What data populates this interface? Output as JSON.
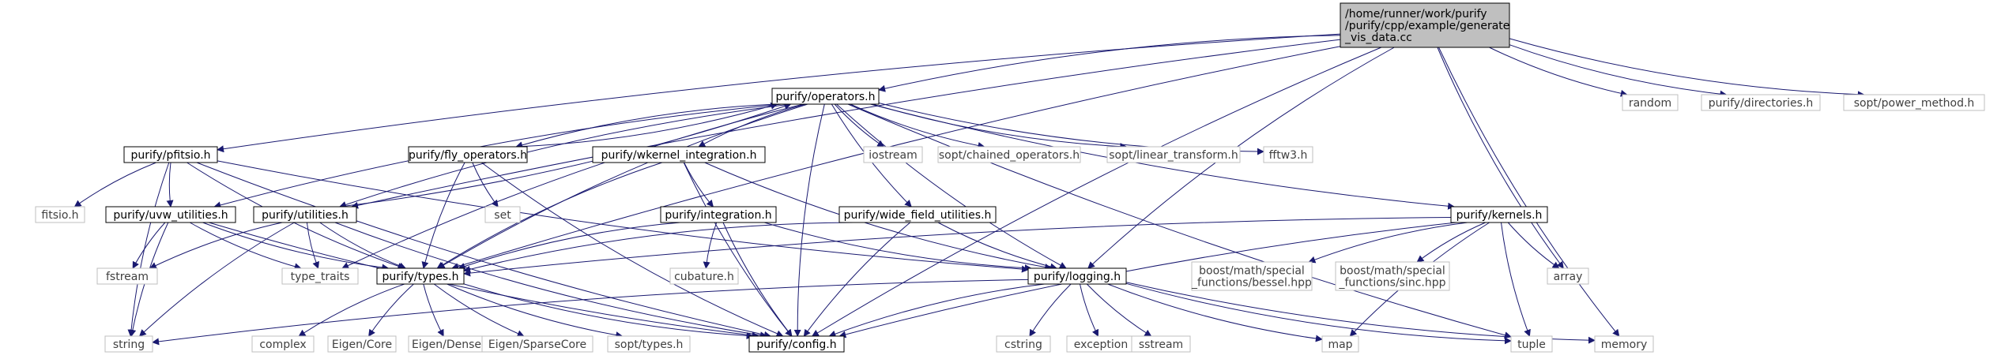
{
  "diagram": {
    "type": "include-dependency-graph",
    "colors": {
      "edge": "#191970",
      "root_fill": "#bfbfbf",
      "root_border": "#000000",
      "documented_border": "#000000",
      "external_border": "#bfbfbf",
      "text_internal": "#000000",
      "text_external": "#404040"
    },
    "nodes": [
      {
        "id": "root",
        "kind": "root",
        "lines": [
          "/home/runner/work/purify",
          "/purify/cpp/example/generate",
          "_vis_data.cc"
        ]
      },
      {
        "id": "operators",
        "kind": "documented",
        "lines": [
          "purify/operators.h"
        ]
      },
      {
        "id": "random",
        "kind": "external",
        "lines": [
          "random"
        ]
      },
      {
        "id": "directories",
        "kind": "external",
        "lines": [
          "purify/directories.h"
        ]
      },
      {
        "id": "power_method",
        "kind": "external",
        "lines": [
          "sopt/power_method.h"
        ]
      },
      {
        "id": "pfitsio",
        "kind": "documented",
        "lines": [
          "purify/pfitsio.h"
        ]
      },
      {
        "id": "fly_operators",
        "kind": "documented",
        "lines": [
          "purify/fly_operators.h"
        ]
      },
      {
        "id": "wkernel_integration",
        "kind": "documented",
        "lines": [
          "purify/wkernel_integration.h"
        ]
      },
      {
        "id": "iostream",
        "kind": "external",
        "lines": [
          "iostream"
        ]
      },
      {
        "id": "chained_operators",
        "kind": "external",
        "lines": [
          "sopt/chained_operators.h"
        ]
      },
      {
        "id": "linear_transform",
        "kind": "external",
        "lines": [
          "sopt/linear_transform.h"
        ]
      },
      {
        "id": "fftw3",
        "kind": "external",
        "lines": [
          "fftw3.h"
        ]
      },
      {
        "id": "set",
        "kind": "external",
        "lines": [
          "set"
        ]
      },
      {
        "id": "fitsio",
        "kind": "external",
        "lines": [
          "fitsio.h"
        ]
      },
      {
        "id": "uvw_utilities",
        "kind": "documented",
        "lines": [
          "purify/uvw_utilities.h"
        ]
      },
      {
        "id": "utilities",
        "kind": "documented",
        "lines": [
          "purify/utilities.h"
        ]
      },
      {
        "id": "integration",
        "kind": "documented",
        "lines": [
          "purify/integration.h"
        ]
      },
      {
        "id": "wide_field_utilities",
        "kind": "documented",
        "lines": [
          "purify/wide_field_utilities.h"
        ]
      },
      {
        "id": "kernels",
        "kind": "documented",
        "lines": [
          "purify/kernels.h"
        ]
      },
      {
        "id": "fstream",
        "kind": "external",
        "lines": [
          "fstream"
        ]
      },
      {
        "id": "type_traits",
        "kind": "external",
        "lines": [
          "type_traits"
        ]
      },
      {
        "id": "types",
        "kind": "documented",
        "lines": [
          "purify/types.h"
        ]
      },
      {
        "id": "cubature",
        "kind": "external",
        "lines": [
          "cubature.h"
        ]
      },
      {
        "id": "logging",
        "kind": "documented",
        "lines": [
          "purify/logging.h"
        ]
      },
      {
        "id": "bessel",
        "kind": "external",
        "lines": [
          "boost/math/special",
          "_functions/bessel.hpp"
        ]
      },
      {
        "id": "sinc",
        "kind": "external",
        "lines": [
          "boost/math/special",
          "_functions/sinc.hpp"
        ]
      },
      {
        "id": "array",
        "kind": "external",
        "lines": [
          "array"
        ]
      },
      {
        "id": "string",
        "kind": "external",
        "lines": [
          "string"
        ]
      },
      {
        "id": "complex",
        "kind": "external",
        "lines": [
          "complex"
        ]
      },
      {
        "id": "eigen_core",
        "kind": "external",
        "lines": [
          "Eigen/Core"
        ]
      },
      {
        "id": "eigen_dense",
        "kind": "external",
        "lines": [
          "Eigen/Dense"
        ]
      },
      {
        "id": "eigen_sparse",
        "kind": "external",
        "lines": [
          "Eigen/SparseCore"
        ]
      },
      {
        "id": "sopt_types",
        "kind": "external",
        "lines": [
          "sopt/types.h"
        ]
      },
      {
        "id": "config",
        "kind": "documented",
        "lines": [
          "purify/config.h"
        ]
      },
      {
        "id": "cstring",
        "kind": "external",
        "lines": [
          "cstring"
        ]
      },
      {
        "id": "exception",
        "kind": "external",
        "lines": [
          "exception"
        ]
      },
      {
        "id": "sstream",
        "kind": "external",
        "lines": [
          "sstream"
        ]
      },
      {
        "id": "map",
        "kind": "external",
        "lines": [
          "map"
        ]
      },
      {
        "id": "tuple",
        "kind": "external",
        "lines": [
          "tuple"
        ]
      },
      {
        "id": "memory",
        "kind": "external",
        "lines": [
          "memory"
        ]
      }
    ],
    "edges": [
      [
        "root",
        "operators"
      ],
      [
        "root",
        "random"
      ],
      [
        "root",
        "directories"
      ],
      [
        "root",
        "power_method"
      ],
      [
        "root",
        "pfitsio"
      ],
      [
        "root",
        "utilities"
      ],
      [
        "root",
        "types"
      ],
      [
        "root",
        "logging"
      ],
      [
        "root",
        "config"
      ],
      [
        "root",
        "array"
      ],
      [
        "root",
        "memory"
      ],
      [
        "operators",
        "fly_operators"
      ],
      [
        "operators",
        "wkernel_integration"
      ],
      [
        "operators",
        "iostream"
      ],
      [
        "operators",
        "chained_operators"
      ],
      [
        "operators",
        "linear_transform"
      ],
      [
        "operators",
        "fftw3"
      ],
      [
        "operators",
        "uvw_utilities"
      ],
      [
        "operators",
        "utilities"
      ],
      [
        "operators",
        "wide_field_utilities"
      ],
      [
        "operators",
        "kernels"
      ],
      [
        "operators",
        "type_traits"
      ],
      [
        "operators",
        "types"
      ],
      [
        "operators",
        "logging"
      ],
      [
        "operators",
        "config"
      ],
      [
        "operators",
        "tuple"
      ],
      [
        "fly_operators",
        "operators"
      ],
      [
        "fly_operators",
        "set"
      ],
      [
        "fly_operators",
        "types"
      ],
      [
        "fly_operators",
        "config"
      ],
      [
        "wkernel_integration",
        "integration"
      ],
      [
        "wkernel_integration",
        "types"
      ],
      [
        "wkernel_integration",
        "logging"
      ],
      [
        "wkernel_integration",
        "config"
      ],
      [
        "pfitsio",
        "fitsio"
      ],
      [
        "pfitsio",
        "uvw_utilities"
      ],
      [
        "pfitsio",
        "types"
      ],
      [
        "pfitsio",
        "logging"
      ],
      [
        "pfitsio",
        "config"
      ],
      [
        "pfitsio",
        "string"
      ],
      [
        "uvw_utilities",
        "fstream"
      ],
      [
        "uvw_utilities",
        "types"
      ],
      [
        "uvw_utilities",
        "type_traits"
      ],
      [
        "uvw_utilities",
        "string"
      ],
      [
        "uvw_utilities",
        "config"
      ],
      [
        "utilities",
        "fstream"
      ],
      [
        "utilities",
        "type_traits"
      ],
      [
        "utilities",
        "types"
      ],
      [
        "utilities",
        "string"
      ],
      [
        "utilities",
        "config"
      ],
      [
        "utilities",
        "operators"
      ],
      [
        "integration",
        "cubature"
      ],
      [
        "integration",
        "types"
      ],
      [
        "integration",
        "logging"
      ],
      [
        "integration",
        "config"
      ],
      [
        "wide_field_utilities",
        "types"
      ],
      [
        "wide_field_utilities",
        "logging"
      ],
      [
        "wide_field_utilities",
        "config"
      ],
      [
        "kernels",
        "types"
      ],
      [
        "kernels",
        "bessel"
      ],
      [
        "kernels",
        "sinc"
      ],
      [
        "kernels",
        "array"
      ],
      [
        "kernels",
        "map"
      ],
      [
        "kernels",
        "tuple"
      ],
      [
        "kernels",
        "config"
      ],
      [
        "types",
        "complex"
      ],
      [
        "types",
        "eigen_core"
      ],
      [
        "types",
        "eigen_dense"
      ],
      [
        "types",
        "eigen_sparse"
      ],
      [
        "types",
        "sopt_types"
      ],
      [
        "types",
        "config"
      ],
      [
        "logging",
        "config"
      ],
      [
        "logging",
        "cstring"
      ],
      [
        "logging",
        "exception"
      ],
      [
        "logging",
        "sstream"
      ],
      [
        "logging",
        "map"
      ],
      [
        "logging",
        "tuple"
      ],
      [
        "logging",
        "memory"
      ],
      [
        "logging",
        "string"
      ]
    ]
  }
}
